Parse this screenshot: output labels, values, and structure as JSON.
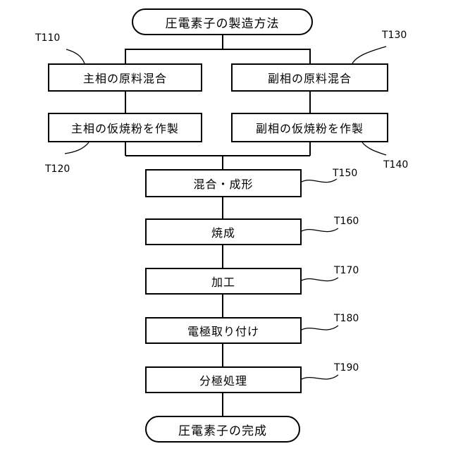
{
  "start": "圧電素子の製造方法",
  "end": "圧電素子の完成",
  "steps": {
    "main_mix": "主相の原料混合",
    "sub_mix": "副相の原料混合",
    "main_calcine": "主相の仮焼粉を作製",
    "sub_calcine": "副相の仮焼粉を作製",
    "mix_form": "混合・成形",
    "firing": "焼成",
    "processing": "加工",
    "electrode": "電極取り付け",
    "polarize": "分極処理"
  },
  "labels": {
    "t110": "T110",
    "t120": "T120",
    "t130": "T130",
    "t140": "T140",
    "t150": "T150",
    "t160": "T160",
    "t170": "T170",
    "t180": "T180",
    "t190": "T190"
  }
}
